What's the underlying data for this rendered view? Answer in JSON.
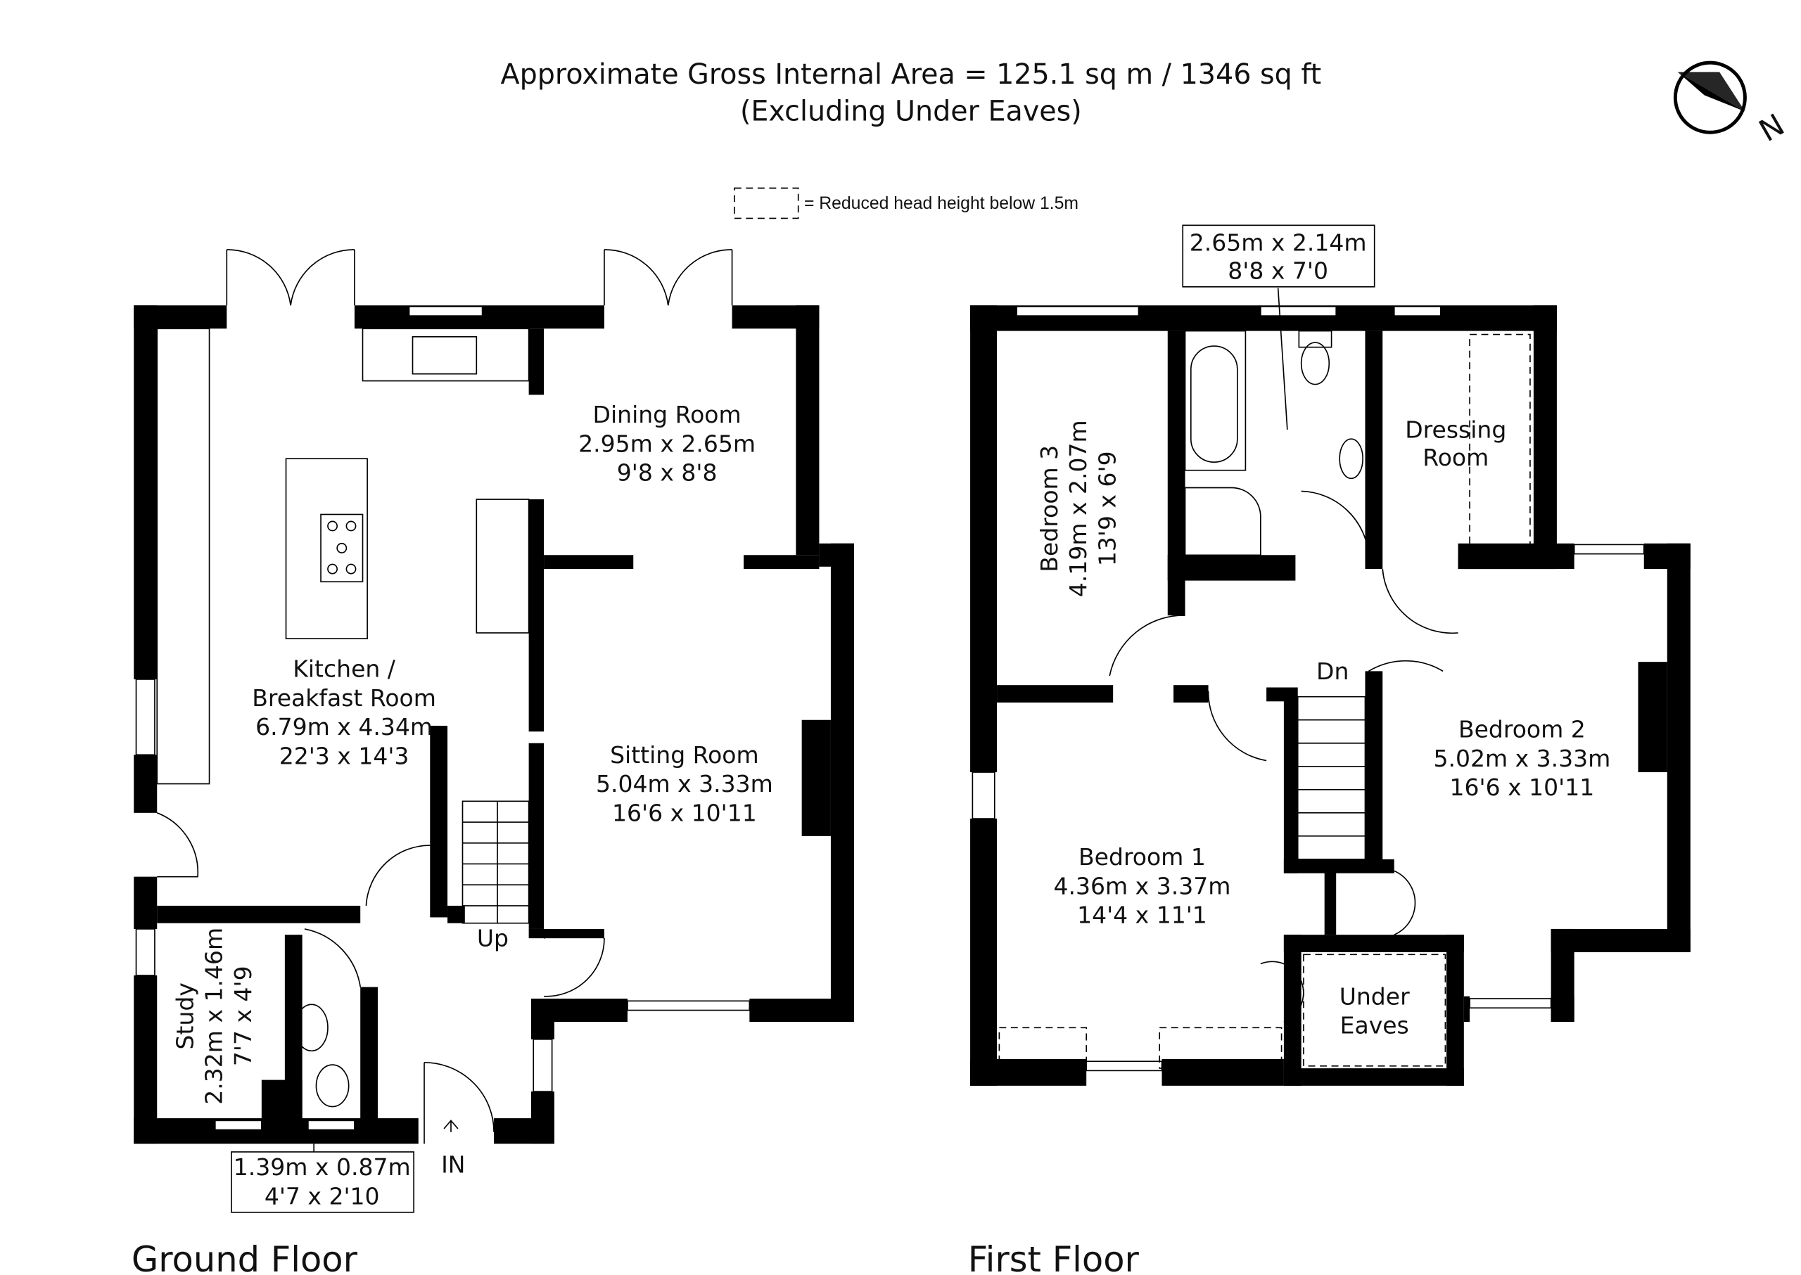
{
  "header": {
    "area_line": "Approximate Gross Internal Area = 125.1 sq m / 1346 sq ft",
    "area_note": "(Excluding Under Eaves)"
  },
  "legend": {
    "text": "= Reduced head height below 1.5m"
  },
  "compass": {
    "label": "N"
  },
  "ground_floor": {
    "title": "Ground Floor",
    "entrance": "IN",
    "stairs": "Up",
    "rooms": {
      "kitchen": {
        "name1": "Kitchen /",
        "name2": "Breakfast Room",
        "metric": "6.79m x 4.34m",
        "imperial": "22'3 x 14'3"
      },
      "dining": {
        "name": "Dining Room",
        "metric": "2.95m x 2.65m",
        "imperial": "9'8 x 8'8"
      },
      "sitting": {
        "name": "Sitting Room",
        "metric": "5.04m x 3.33m",
        "imperial": "16'6 x 10'11"
      },
      "study": {
        "name": "Study",
        "metric": "2.32m x 1.46m",
        "imperial": "7'7 x 4'9"
      },
      "wc": {
        "metric": "1.39m x 0.87m",
        "imperial": "4'7 x 2'10"
      }
    }
  },
  "first_floor": {
    "title": "First Floor",
    "stairs": "Dn",
    "rooms": {
      "bathroom": {
        "metric": "2.65m x 2.14m",
        "imperial": "8'8 x 7'0"
      },
      "bedroom3": {
        "name": "Bedroom 3",
        "metric": "4.19m x 2.07m",
        "imperial": "13'9 x 6'9"
      },
      "dressing": {
        "name1": "Dressing",
        "name2": "Room"
      },
      "bedroom2": {
        "name": "Bedroom 2",
        "metric": "5.02m x 3.33m",
        "imperial": "16'6 x 10'11"
      },
      "bedroom1": {
        "name": "Bedroom 1",
        "metric": "4.36m x 3.37m",
        "imperial": "14'4 x 11'1"
      },
      "eaves": {
        "name1": "Under",
        "name2": "Eaves"
      }
    }
  }
}
